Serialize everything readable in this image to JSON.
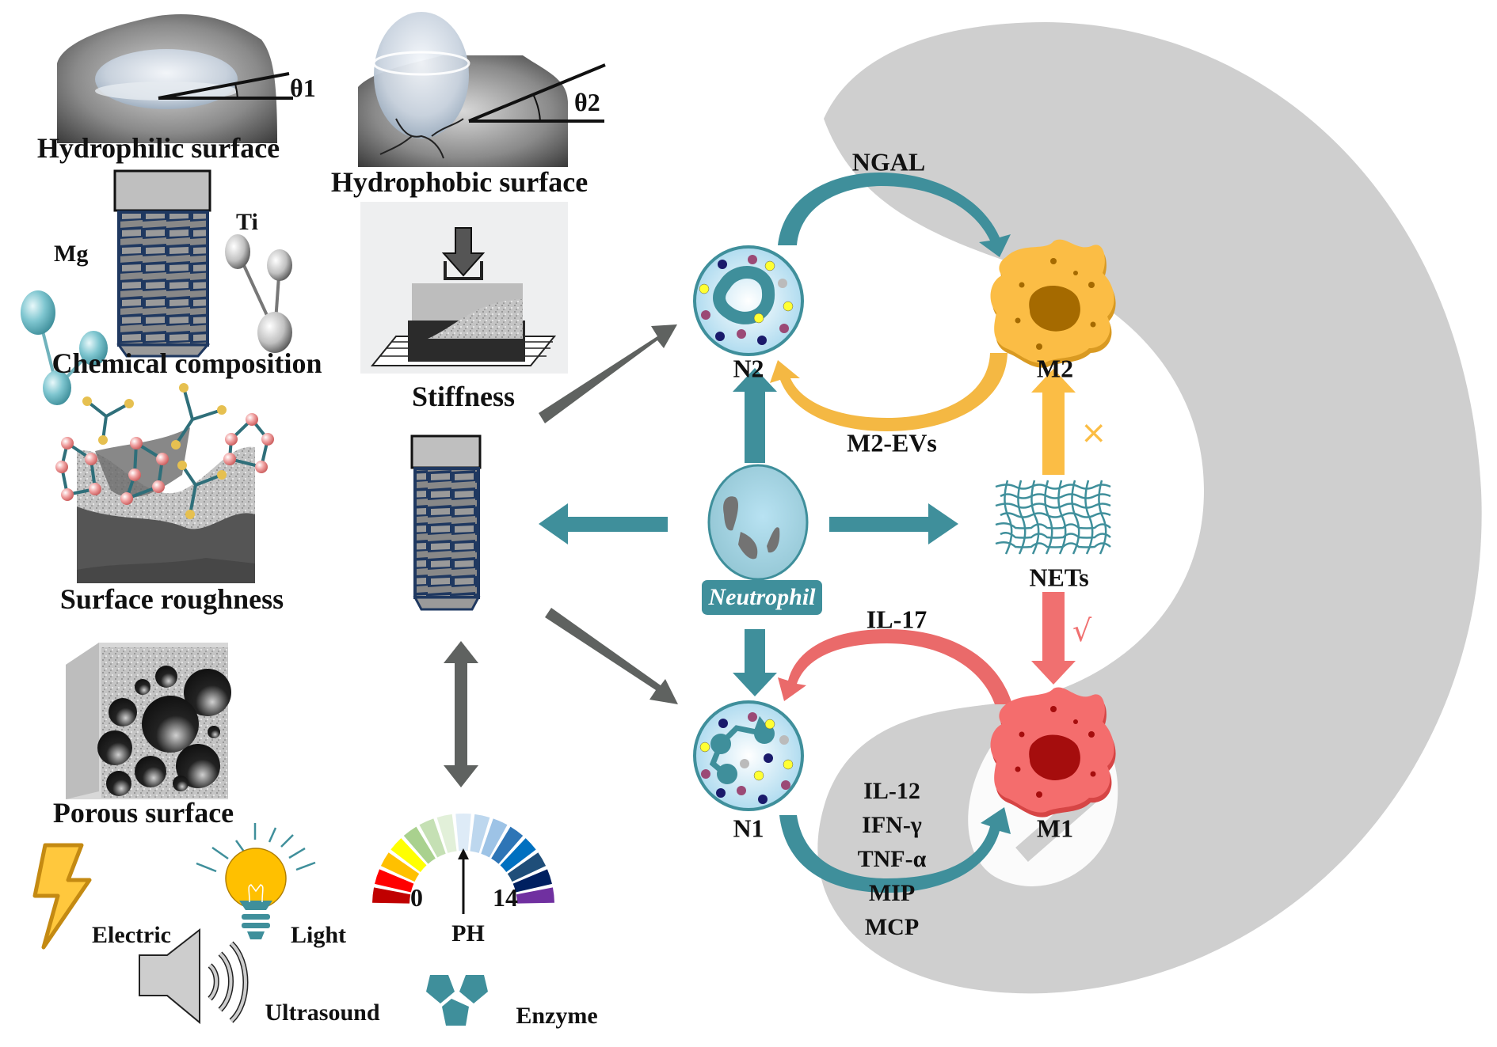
{
  "figure": {
    "colors": {
      "teal": "#3f8f9b",
      "teal_dark": "#2f6f7a",
      "grey_arrow": "#5f6260",
      "yinyang_grey": "#cfcfcf",
      "m2_orange": "#fbbd45",
      "m2_nucleus": "#a56a00",
      "m1_red": "#f46d6d",
      "m1_nucleus": "#a50d0d",
      "arrow_red": "#f07070",
      "arrow_yellow": "#fbbd45"
    },
    "surface_properties": {
      "hydrophilic": {
        "label": "Hydrophilic  surface",
        "angle_label": "θ1"
      },
      "hydrophobic": {
        "label": "Hydrophobic surface",
        "angle_label": "θ2"
      },
      "chemical": {
        "label": "Chemical composition",
        "element_left": "Mg",
        "element_right": "Ti"
      },
      "stiffness": {
        "label": "Stiffness"
      },
      "roughness": {
        "label": "Surface roughness"
      },
      "porous": {
        "label": "Porous surface"
      }
    },
    "stimuli": {
      "electric": "Electric",
      "light": "Light",
      "ultrasound": "Ultrasound",
      "ph": {
        "label": "PH",
        "min": "0",
        "max": "14",
        "scale_colors": [
          "#c00000",
          "#ff0000",
          "#ffc000",
          "#ffff00",
          "#a9d18e",
          "#c5e0b4",
          "#e2f0d9",
          "#deebf7",
          "#bdd7ee",
          "#9dc3e6",
          "#2e75b6",
          "#0070c0",
          "#1f4e79",
          "#002060",
          "#7030a0"
        ]
      },
      "enzyme": "Enzyme"
    },
    "cells": {
      "neutrophil": "Neutrophil",
      "n2": "N2",
      "n1": "N1",
      "m2": "M2",
      "m1": "M1",
      "nets": "NETs"
    },
    "interactions": {
      "n2_to_m2": "NGAL",
      "m2_to_n2": "M2-EVs",
      "m1_to_n1": "IL-17",
      "n1_to_m1": [
        "IL-12",
        "IFN-γ",
        "TNF-α",
        "MIP",
        "MCP"
      ],
      "nets_to_m2_mark": "×",
      "nets_to_m1_mark": "√"
    }
  }
}
